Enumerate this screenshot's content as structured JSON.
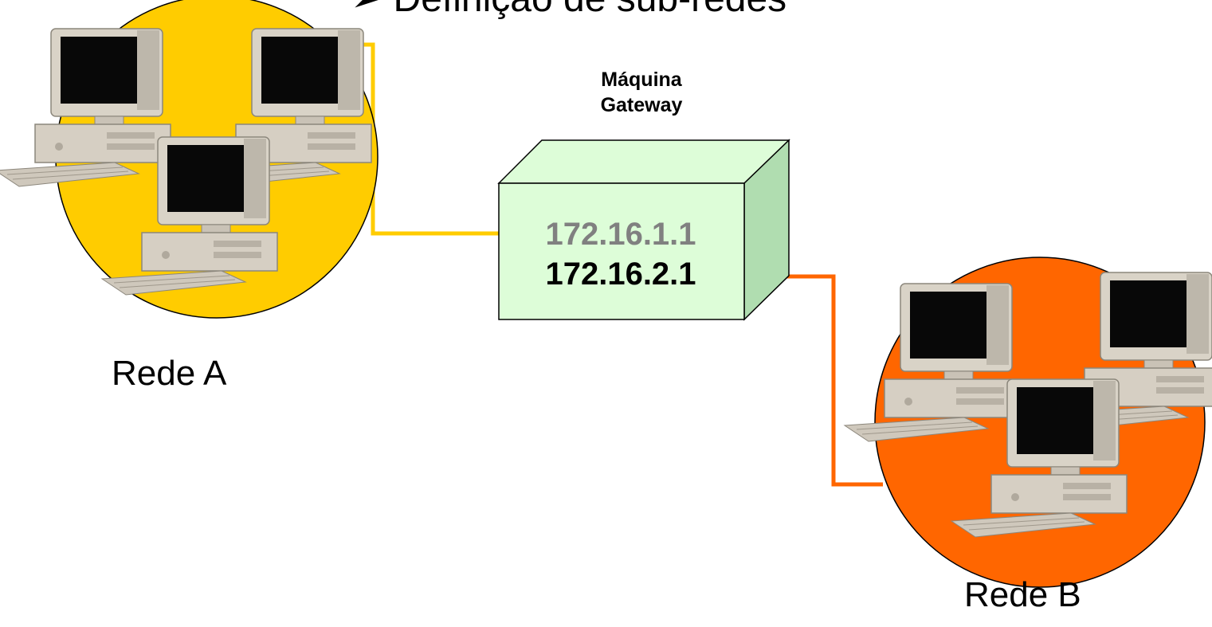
{
  "slide": {
    "title": "➢ Definição de sub-redes"
  },
  "gateway": {
    "caption_line1": "Máquina",
    "caption_line2": "Gateway",
    "ip_network_a": "172.16.1.1",
    "ip_network_b": "172.16.2.1"
  },
  "networks": [
    {
      "label": "Rede A",
      "color": "#FFCC00"
    },
    {
      "label": "Rede B",
      "color": "#FF6600"
    }
  ],
  "colors": {
    "gateway_face": "#DDFDD8",
    "gateway_side": "#B0DDB0",
    "link_a": "#FFCC00",
    "link_b": "#FF6600",
    "ip_a_text": "#808080"
  }
}
